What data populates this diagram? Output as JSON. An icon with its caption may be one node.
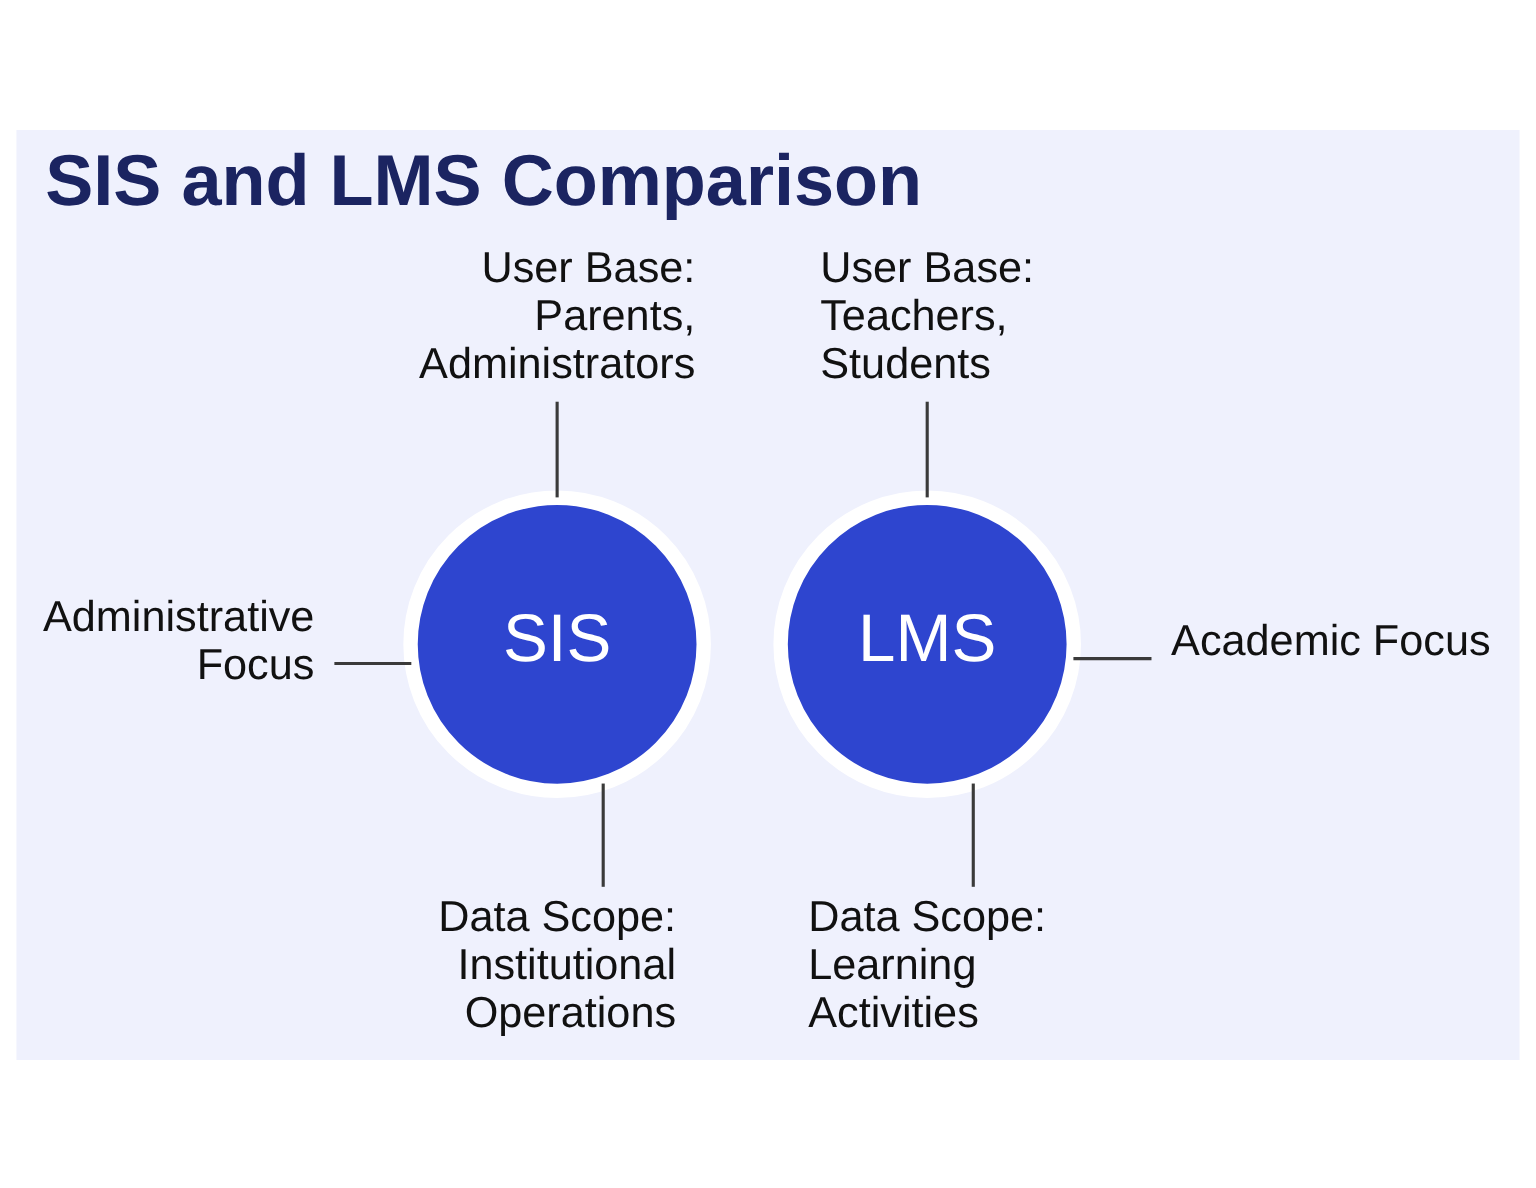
{
  "diagram": {
    "title": "SIS and LMS Comparison",
    "nodes": [
      {
        "text": [
          "User Base: Parents, Administrators"
        ]
      },
      {
        "text": [
          "User Base: Teachers, Students"
        ]
      },
      {
        "text": [
          "Administrative Focus"
        ]
      },
      {
        "text": [
          "SIS"
        ]
      },
      {
        "text": [
          "LMS"
        ]
      },
      {
        "text": [
          "Academic Focus"
        ]
      },
      {
        "text": [
          "Data Scope: Institutional Operations"
        ]
      },
      {
        "text": [
          "Data Scope: Learning Activities"
        ]
      }
    ],
    "edges": [
      {
        "from": 0,
        "to": 3,
        "arrow": "none"
      },
      {
        "from": 1,
        "to": 4,
        "arrow": "none"
      },
      {
        "from": 2,
        "to": 3,
        "arrow": "none"
      },
      {
        "from": 5,
        "to": 4,
        "arrow": "none"
      },
      {
        "from": 6,
        "to": 3,
        "arrow": "none"
      },
      {
        "from": 7,
        "to": 4,
        "arrow": "none"
      }
    ]
  }
}
